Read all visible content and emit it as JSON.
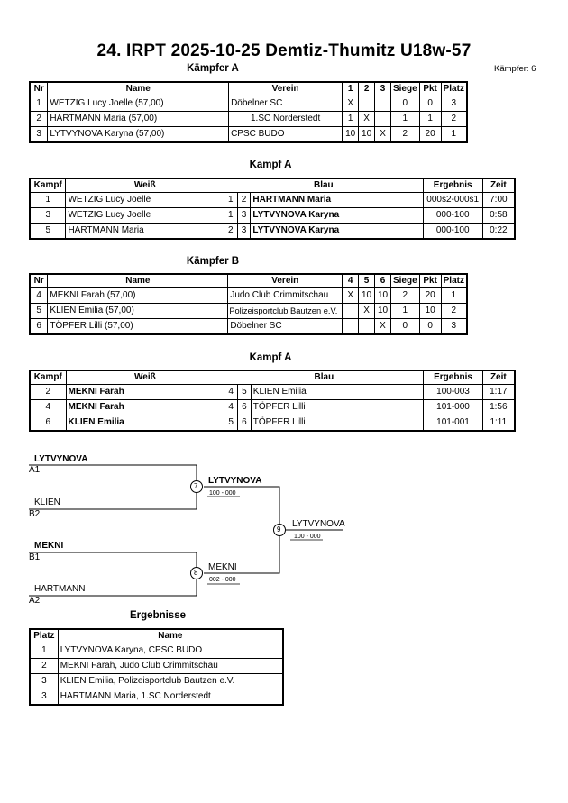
{
  "header": {
    "title": "24. IRPT  2025-10-25  Demtiz-Thumitz   U18w-57",
    "pool_a_label": "Kämpfer A",
    "count_label": "Kämpfer: 6"
  },
  "pool_a": {
    "headers": [
      "Nr",
      "Name",
      "Verein",
      "1",
      "2",
      "3",
      "Siege",
      "Pkt",
      "Platz"
    ],
    "rows": [
      {
        "nr": "1",
        "name": "WETZIG Lucy Joelle  (57,00)",
        "verein": "Döbelner SC",
        "c1": "X",
        "c2": "",
        "c3": "",
        "siege": "0",
        "pkt": "0",
        "platz": "3"
      },
      {
        "nr": "2",
        "name": "HARTMANN Maria  (57,00)",
        "verein": "1.SC Norderstedt",
        "c1": "1",
        "c2": "X",
        "c3": "",
        "siege": "1",
        "pkt": "1",
        "platz": "2"
      },
      {
        "nr": "3",
        "name": "LYTVYNOVA Karyna  (57,00)",
        "verein": "CPSC BUDO",
        "c1": "10",
        "c2": "10",
        "c3": "X",
        "siege": "2",
        "pkt": "20",
        "platz": "1"
      }
    ]
  },
  "fights_a": {
    "label": "Kampf A",
    "headers": [
      "Kampf",
      "Weiß",
      "Blau",
      "Ergebnis",
      "Zeit"
    ],
    "rows": [
      {
        "kampf": "1",
        "weiss": "WETZIG Lucy Joelle",
        "w": "1",
        "b": "2",
        "blau": "HARTMANN Maria",
        "ergebnis": "000s2-000s1",
        "zeit": "7:00",
        "winner": "blau"
      },
      {
        "kampf": "3",
        "weiss": "WETZIG Lucy Joelle",
        "w": "1",
        "b": "3",
        "blau": "LYTVYNOVA Karyna",
        "ergebnis": "000-100",
        "zeit": "0:58",
        "winner": "blau"
      },
      {
        "kampf": "5",
        "weiss": "HARTMANN Maria",
        "w": "2",
        "b": "3",
        "blau": "LYTVYNOVA Karyna",
        "ergebnis": "000-100",
        "zeit": "0:22",
        "winner": "blau"
      }
    ]
  },
  "pool_b": {
    "label": "Kämpfer B",
    "headers": [
      "Nr",
      "Name",
      "Verein",
      "4",
      "5",
      "6",
      "Siege",
      "Pkt",
      "Platz"
    ],
    "rows": [
      {
        "nr": "4",
        "name": "MEKNI Farah  (57,00)",
        "verein": "Judo Club Crimmitschau",
        "c1": "X",
        "c2": "10",
        "c3": "10",
        "siege": "2",
        "pkt": "20",
        "platz": "1"
      },
      {
        "nr": "5",
        "name": "KLIEN Emilia  (57,00)",
        "verein": "Polizeisportclub Bautzen e.V.",
        "c1": "",
        "c2": "X",
        "c3": "10",
        "siege": "1",
        "pkt": "10",
        "platz": "2"
      },
      {
        "nr": "6",
        "name": "TÖPFER Lilli  (57,00)",
        "verein": "Döbelner SC",
        "c1": "",
        "c2": "",
        "c3": "X",
        "siege": "0",
        "pkt": "0",
        "platz": "3"
      }
    ]
  },
  "fights_b": {
    "label": "Kampf A",
    "headers": [
      "Kampf",
      "Weiß",
      "Blau",
      "Ergebnis",
      "Zeit"
    ],
    "rows": [
      {
        "kampf": "2",
        "weiss": "MEKNI Farah",
        "w": "4",
        "b": "5",
        "blau": "KLIEN Emilia",
        "ergebnis": "100-003",
        "zeit": "1:17",
        "winner": "weiss"
      },
      {
        "kampf": "4",
        "weiss": "MEKNI Farah",
        "w": "4",
        "b": "6",
        "blau": "TÖPFER Lilli",
        "ergebnis": "101-000",
        "zeit": "1:56",
        "winner": "weiss"
      },
      {
        "kampf": "6",
        "weiss": "KLIEN Emilia",
        "w": "5",
        "b": "6",
        "blau": "TÖPFER Lilli",
        "ergebnis": "101-001",
        "zeit": "1:11",
        "winner": "weiss"
      }
    ]
  },
  "bracket": {
    "sf1_top": "LYTVYNOVA",
    "sf1_top_seed": "A1",
    "sf1_bottom": "KLIEN",
    "sf1_bottom_seed": "B2",
    "sf1_no": "7",
    "sf1_winner": "LYTVYNOVA",
    "sf1_score": "100 - 000",
    "sf2_top": "MEKNI",
    "sf2_top_seed": "B1",
    "sf2_bottom": "HARTMANN",
    "sf2_bottom_seed": "A2",
    "sf2_no": "8",
    "sf2_winner": "MEKNI",
    "sf2_score": "002 - 000",
    "final_no": "9",
    "final_winner": "LYTVYNOVA",
    "final_score": "100 - 000"
  },
  "results": {
    "label": "Ergebnisse",
    "headers": [
      "Platz",
      "Name"
    ],
    "rows": [
      {
        "platz": "1",
        "name": "LYTVYNOVA Karyna, CPSC BUDO"
      },
      {
        "platz": "2",
        "name": "MEKNI Farah, Judo Club Crimmitschau"
      },
      {
        "platz": "3",
        "name": "KLIEN Emilia, Polizeisportclub Bautzen e.V."
      },
      {
        "platz": "3",
        "name": "HARTMANN Maria, 1.SC Norderstedt"
      }
    ]
  }
}
